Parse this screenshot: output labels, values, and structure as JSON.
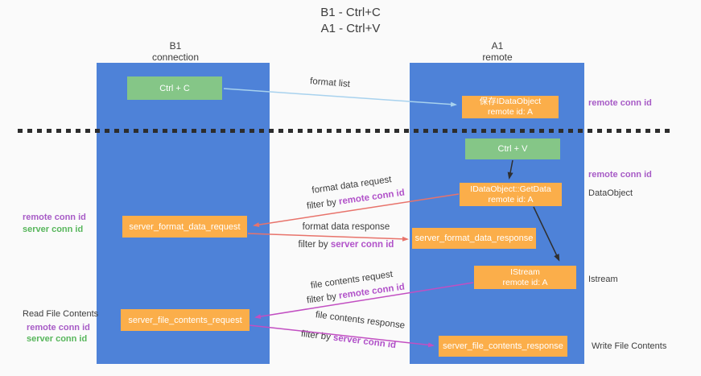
{
  "title": {
    "line1": "B1 - Ctrl+C",
    "line2": "A1 - Ctrl+V"
  },
  "lanes": {
    "left": {
      "name": "B1",
      "role": "connection"
    },
    "right": {
      "name": "A1",
      "role": "remote"
    }
  },
  "nodes": {
    "ctrl_c": {
      "label": "Ctrl + C"
    },
    "save_dataobject": {
      "line1": "保存IDataObject",
      "line2": "remote id: A"
    },
    "ctrl_v": {
      "label": "Ctrl + V"
    },
    "getdata": {
      "line1": "IDataObject::GetData",
      "line2": "remote id: A"
    },
    "server_format_data_request": {
      "label": "server_format_data_request"
    },
    "server_format_data_response": {
      "label": "server_format_data_response"
    },
    "istream": {
      "line1": "IStream",
      "line2": "remote id: A"
    },
    "server_file_contents_request": {
      "label": "server_file_contents_request"
    },
    "server_file_contents_response": {
      "label": "server_file_contents_response"
    }
  },
  "edges": {
    "format_list": {
      "label": "format list"
    },
    "format_data_request": {
      "label": "format data request",
      "filter_prefix": "filter by ",
      "filter_key": "remote conn id"
    },
    "format_data_response": {
      "label": "format data response",
      "filter_prefix": "filter by ",
      "filter_key": "server conn id"
    },
    "file_contents_request": {
      "label": "file contents request",
      "filter_prefix": "filter by ",
      "filter_key": "remote conn id"
    },
    "file_contents_response": {
      "label": "file contents response",
      "filter_prefix": "filter by ",
      "filter_key": "server conn id"
    }
  },
  "annotations": {
    "right_remote_conn_top": "remote conn id",
    "right_remote_conn_mid": "remote conn id",
    "data_object": "DataObject",
    "istream_label": "Istream",
    "write_file_contents": "Write File Contents",
    "left_remote_conn_mid": "remote conn id",
    "left_server_conn_mid": "server conn id",
    "read_file_contents": "Read File Contents",
    "left_remote_conn_bottom": "remote conn id",
    "left_server_conn_bottom": "server conn id"
  },
  "colors": {
    "background": "#fafafa",
    "lane_blue": "#4e82d8",
    "box_orange": "#fbae4a",
    "box_green": "#85c687",
    "arrow_light_blue": "#a8d2ee",
    "arrow_salmon": "#e8736b",
    "arrow_magenta": "#c24fc2",
    "arrow_black": "#2f2f2f",
    "text_purple": "#a75bc6",
    "text_green": "#57b65b",
    "text_magenta_key": "#b152c9",
    "text_dark": "#3c3c3c"
  }
}
